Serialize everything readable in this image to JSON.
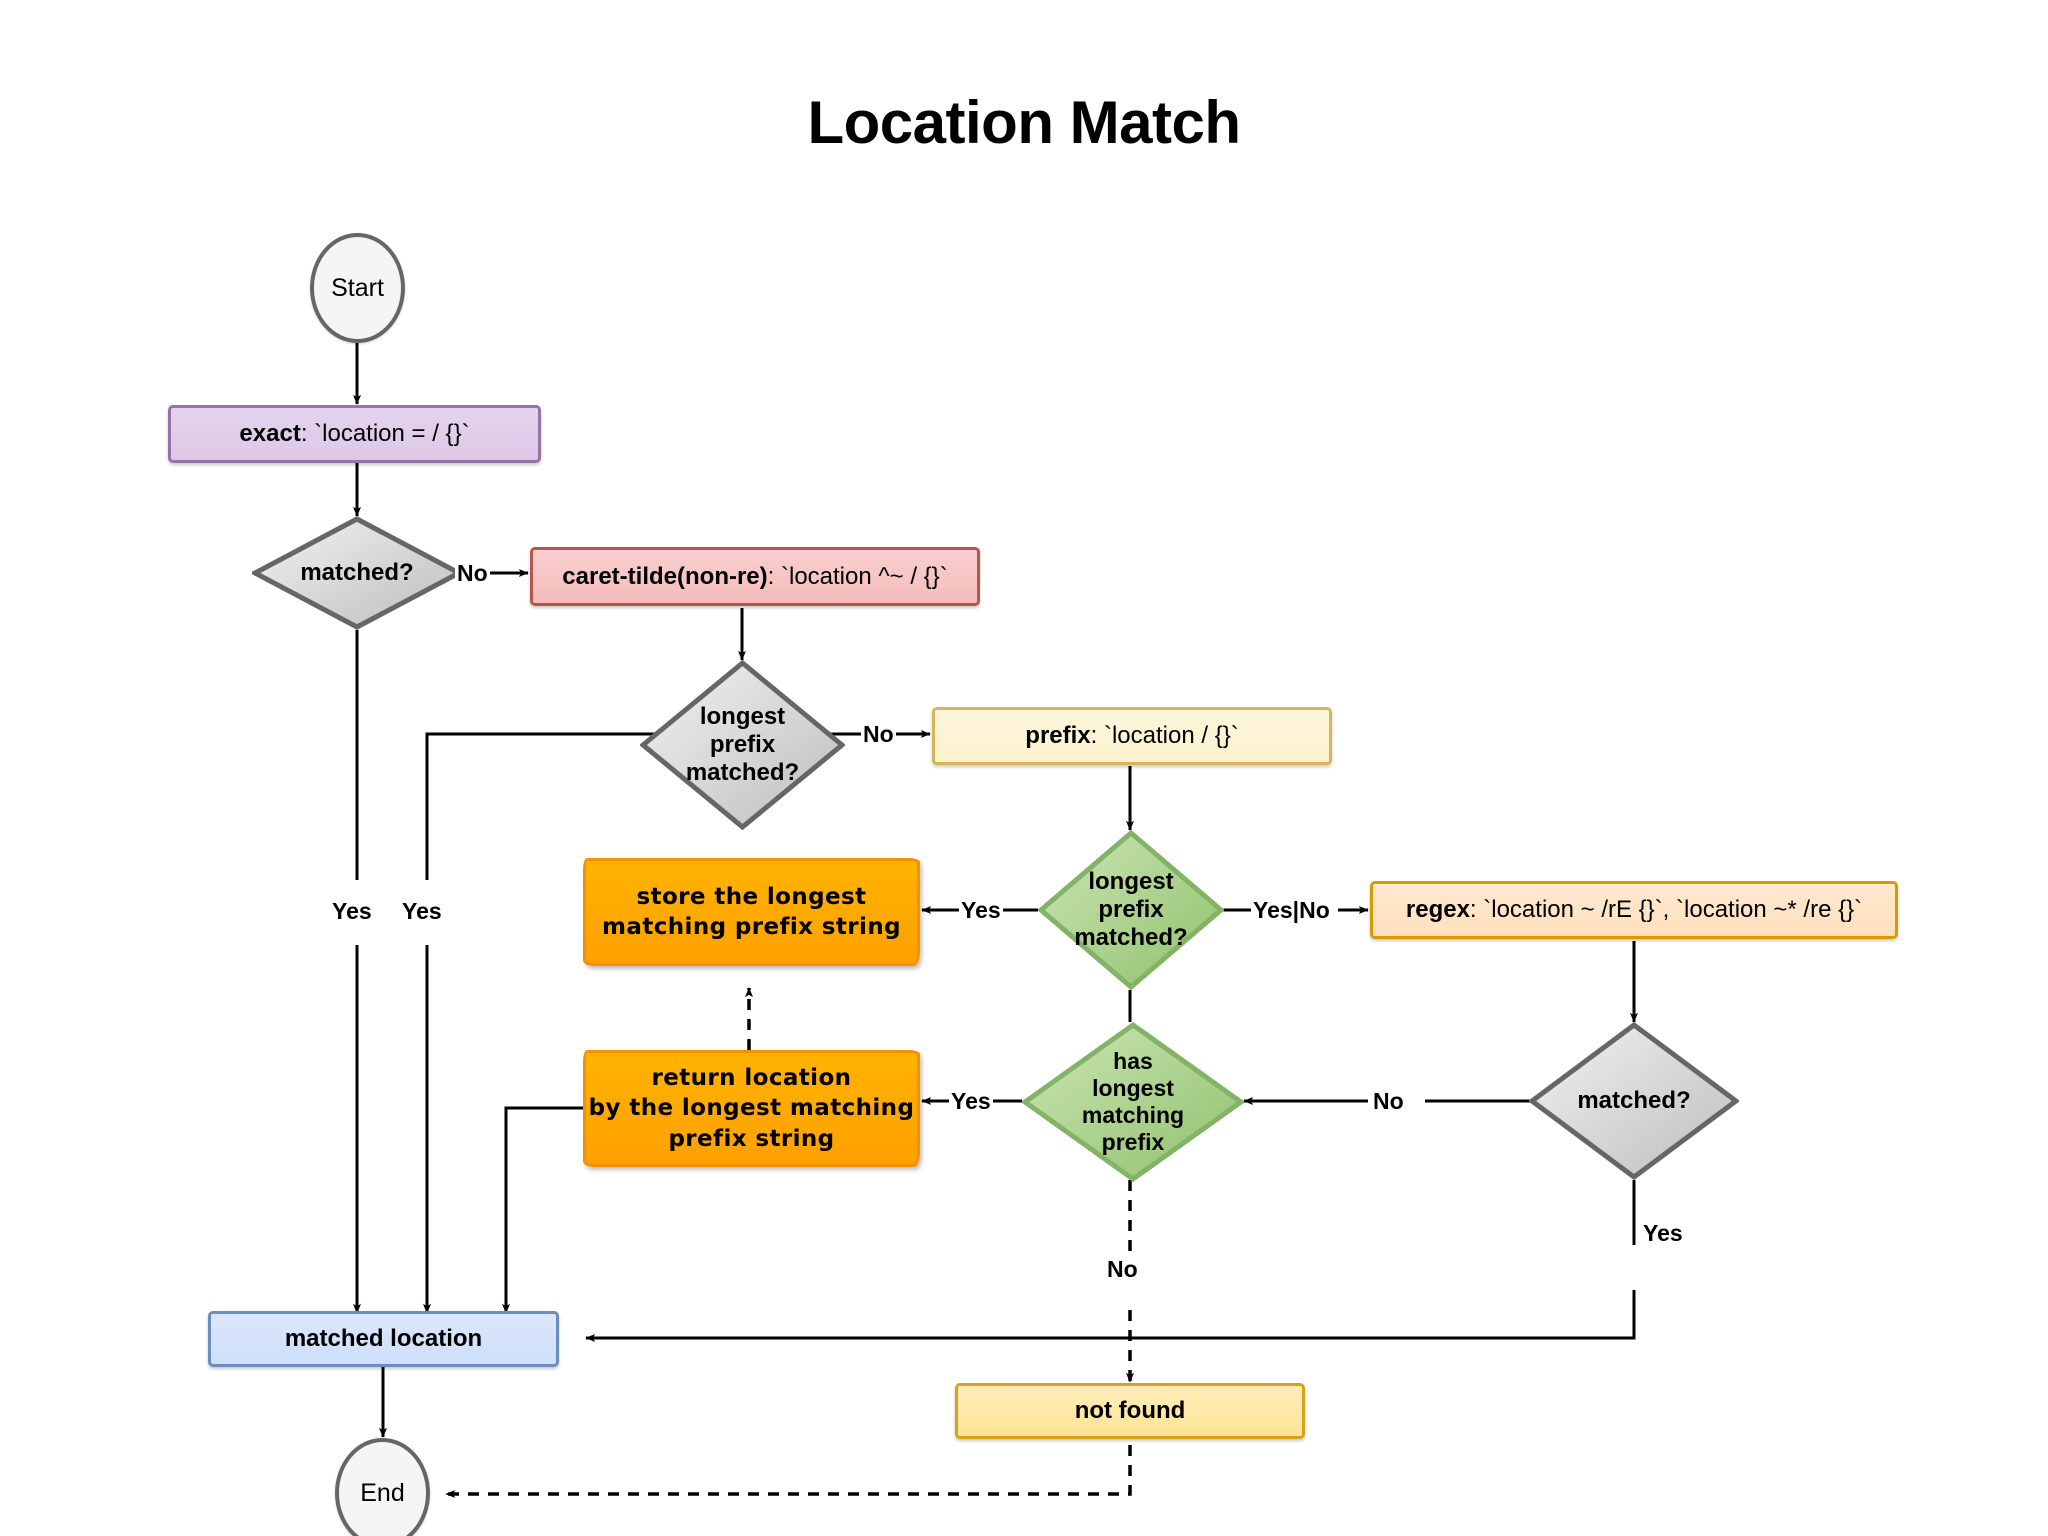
{
  "title": "Location Match",
  "colors": {
    "exact_fill": "#e1d5e7",
    "exact_stroke": "#9673a6",
    "caret_fill": "#f8cecc",
    "caret_stroke": "#b85450",
    "prefix_fill": "#fff2cc",
    "prefix_stroke": "#d6b656",
    "regex_fill": "#ffe6cc",
    "regex_stroke": "#d79b00",
    "decision_gray_fill": "#d9d9d9",
    "decision_gray_stroke": "#666666",
    "decision_green_fill": "#b8d9a0",
    "decision_green_stroke": "#82b366",
    "sketch_fill": "#ffab00",
    "sketch_stroke": "#f59000",
    "matched_location_fill": "#dae8fc",
    "matched_location_stroke": "#6c8ebf",
    "not_found_fill": "#ffe396",
    "not_found_stroke": "#d6a419",
    "terminal_fill": "#f5f5f5",
    "terminal_stroke": "#666666",
    "edge": "#000000"
  },
  "nodes": {
    "start": {
      "label": "Start",
      "shape": "circle"
    },
    "exact": {
      "label_bold": "exact",
      "label_rest": ": `location = / {}`",
      "shape": "rect"
    },
    "matched1": {
      "label": "matched?",
      "shape": "diamond"
    },
    "caret_tilde": {
      "label_bold": "caret-tilde(non-re)",
      "label_rest": ": `location ^~ / {}`",
      "shape": "rect"
    },
    "longest_prefix_matched_gray": {
      "line1": "longest",
      "line2": "prefix",
      "line3": "matched?",
      "shape": "diamond"
    },
    "prefix": {
      "label_bold": "prefix",
      "label_rest": ": `location / {}`",
      "shape": "rect"
    },
    "longest_prefix_matched_green": {
      "line1": "longest",
      "line2": "prefix",
      "line3": "matched?",
      "shape": "diamond"
    },
    "regex": {
      "label_bold": "regex",
      "label_rest": ": `location ~ /rE {}`, `location ~* /re {}`",
      "shape": "rect"
    },
    "store_prefix": {
      "line1": "store the longest",
      "line2": "matching prefix string",
      "shape": "sketch"
    },
    "return_location": {
      "line1": "return location",
      "line2": "by the longest matching",
      "line3": "prefix string",
      "shape": "sketch"
    },
    "has_longest_matching_prefix": {
      "line1": "has",
      "line2": "longest",
      "line3": "matching",
      "line4": "prefix",
      "shape": "diamond"
    },
    "matched2": {
      "label": "matched?",
      "shape": "diamond"
    },
    "matched_location": {
      "label": "matched location",
      "shape": "rect"
    },
    "not_found": {
      "label": "not found",
      "shape": "rect"
    },
    "end": {
      "label": "End",
      "shape": "circle"
    }
  },
  "edge_labels": {
    "matched1_no": "No",
    "matched1_yes": "Yes",
    "lpm_gray_no": "No",
    "lpm_gray_yes": "Yes",
    "lpm_green_yes": "Yes",
    "lpm_green_yesno": "Yes|No",
    "has_prefix_yes": "Yes",
    "has_prefix_no": "No",
    "matched2_no": "No",
    "matched2_yes": "Yes"
  }
}
